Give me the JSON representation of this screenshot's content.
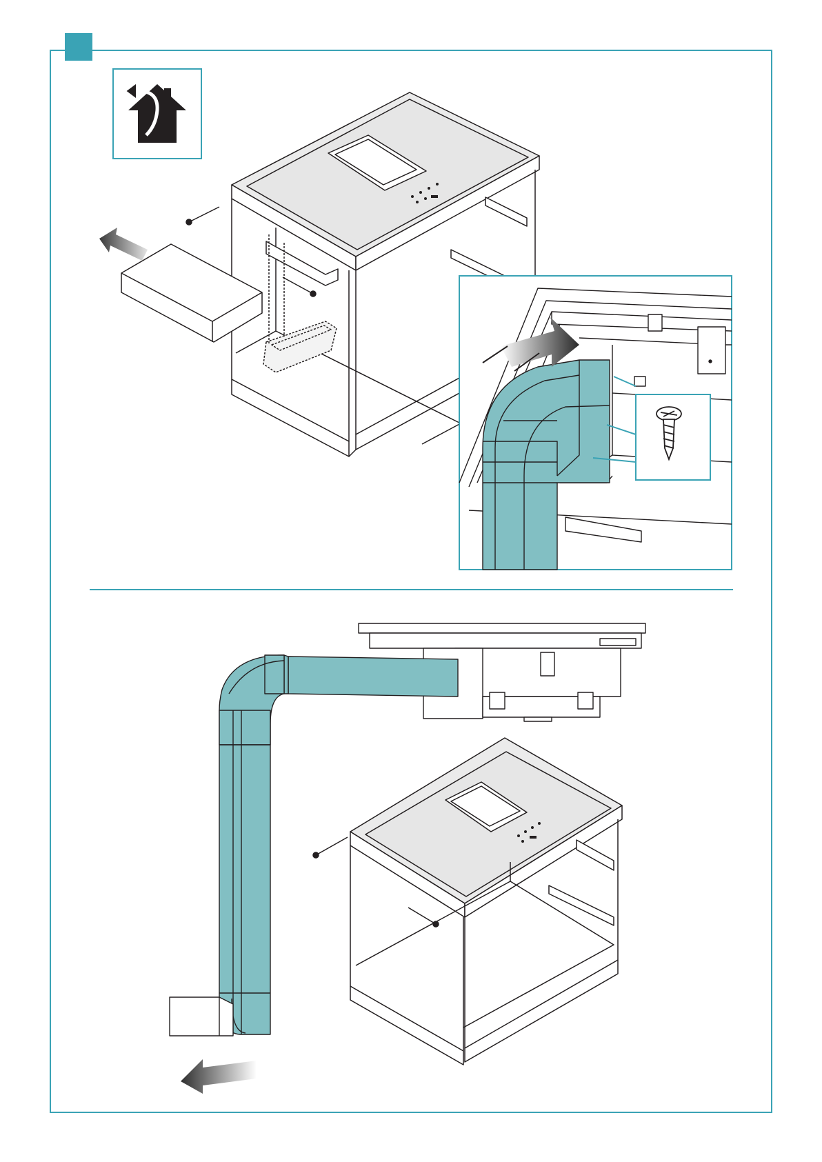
{
  "step": {
    "label": "",
    "color": "#3aa3b5"
  },
  "colors": {
    "frame": "#3aa3b5",
    "duct": "#82bfc3",
    "duct_dark": "#5a9da3",
    "line": "#231f20",
    "worktop": "#ebebeb"
  },
  "icons": [
    "house-recirculation-icon",
    "screw-icon",
    "airflow-arrow-icon"
  ],
  "panels": {
    "top": "installed-hob-and-duct-in-cabinet",
    "detail": "duct-fixed-to-hob-outlet-with-screws",
    "bottom": "hob-with-duct-assembly-above-cabinet"
  },
  "page_number": ""
}
